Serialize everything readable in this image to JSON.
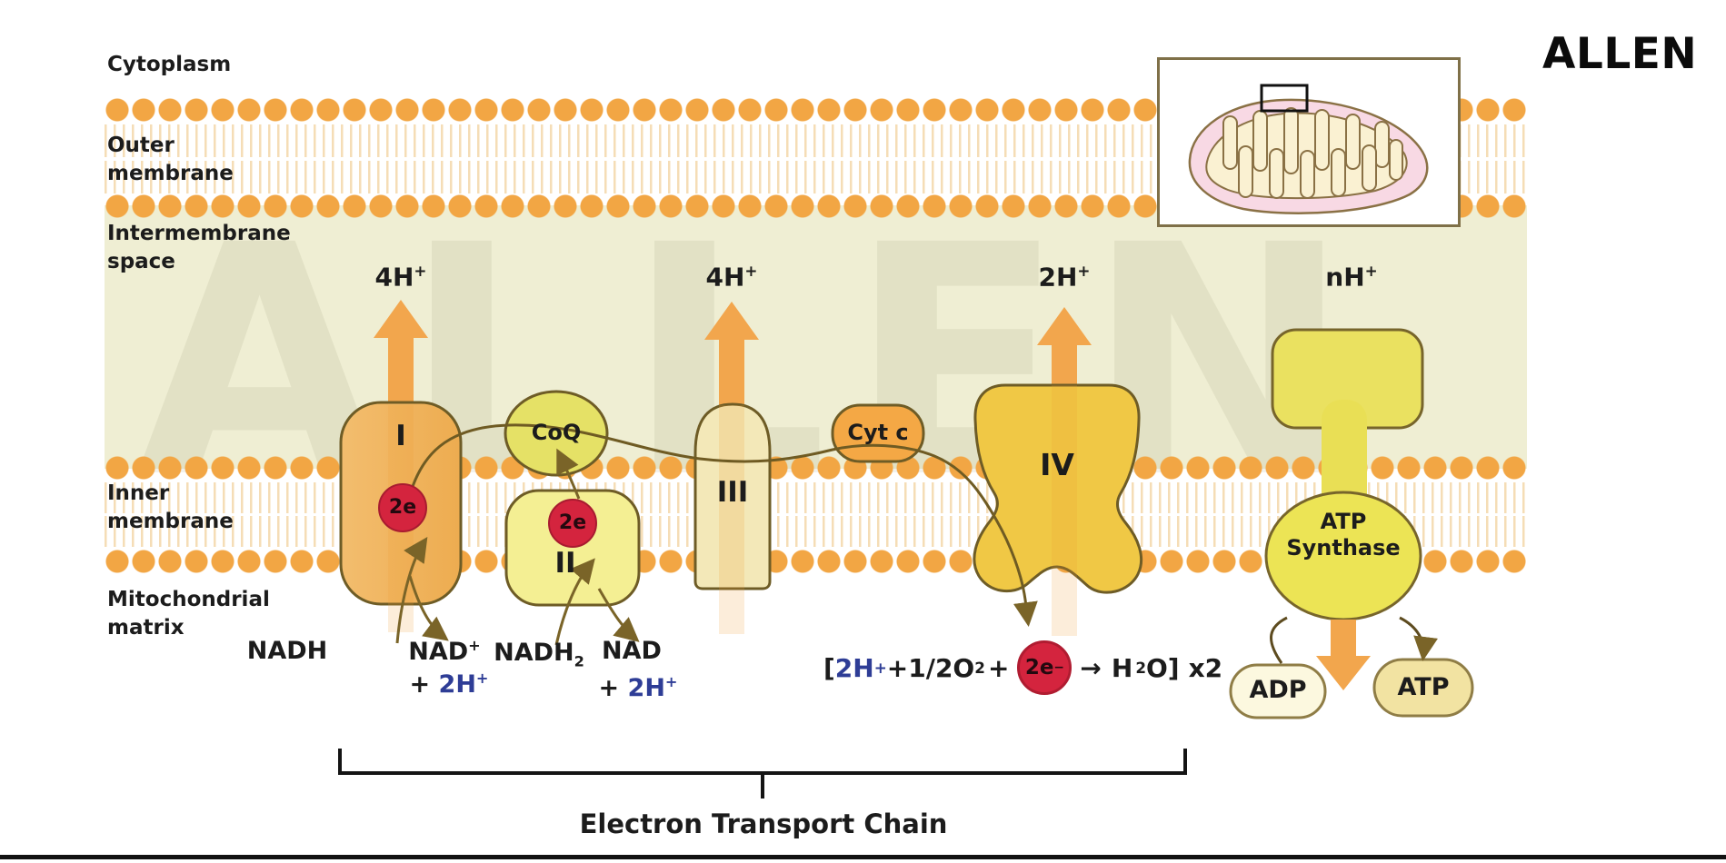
{
  "brand": {
    "logo": "ALLEN"
  },
  "watermark": "ALLEN",
  "region_labels": {
    "cytoplasm": "Cytoplasm",
    "outer_membrane": {
      "line1": "Outer",
      "line2": "membrane"
    },
    "intermembrane_space": {
      "line1": "Intermembrane",
      "line2": "space"
    },
    "inner_membrane": {
      "line1": "Inner",
      "line2": "membrane"
    },
    "mitochondrial_matrix": {
      "line1": "Mitochondrial",
      "line2": "matrix"
    }
  },
  "protons": {
    "complex1": {
      "base": "4H",
      "sup": "+"
    },
    "complex3": {
      "base": "4H",
      "sup": "+"
    },
    "complex4": {
      "base": "2H",
      "sup": "+"
    },
    "synthase": {
      "base": "nH",
      "sup": "+"
    }
  },
  "complexes": {
    "c1": "I",
    "c2": "II",
    "c3": "III",
    "c4": "IV",
    "coq": "CoQ",
    "cytc": "Cyt c",
    "electron_pair_1": "2e",
    "electron_pair_2": "2e",
    "atp_synthase": {
      "line1": "ATP",
      "line2": "Synthase"
    }
  },
  "matrix_reactions": {
    "nadh": "NADH",
    "nad_plus": {
      "base": "NAD",
      "sup": "+"
    },
    "plus1": "+ ",
    "two_h_1": {
      "base": "2H",
      "sup": "+"
    },
    "nadh2": {
      "base": "NADH",
      "sub": "2"
    },
    "nad": "NAD",
    "plus2": "+ ",
    "two_h_2": {
      "base": "2H",
      "sup": "+"
    }
  },
  "oxygen_reaction": {
    "open": "[",
    "h": {
      "base": "2H",
      "sup": "+"
    },
    "mid1": "+1/2O",
    "o_sub": "2",
    "plus": "+",
    "electron": {
      "base": "2e",
      "sup": "−"
    },
    "arrow": "→",
    "water_h": "H",
    "water_sub": "2",
    "water_end": "O]",
    "multiplier": "x2"
  },
  "energy": {
    "adp": "ADP",
    "atp": "ATP"
  },
  "caption": "Electron Transport Chain",
  "colors": {
    "membrane_head": "#f2a644",
    "membrane_tail": "#f5ddb6",
    "intermembrane_bg": "#efeed3",
    "complex1_fill": "#f1b763",
    "complex2_fill": "#f4ef93",
    "complex3_fill": "#f3e8b8",
    "complex4_fill": "#f0c845",
    "coq_fill": "#e5e166",
    "cytc_fill": "#f4a845",
    "synthase_fill": "#ece455",
    "electron_red": "#d4243e",
    "proton_arrow_orange": "#f2a64d",
    "electron_path_brown": "#6f5b23",
    "blue_text": "#2e3d96",
    "adp_fill": "#fcf8df",
    "atp_fill": "#f2e3a2"
  }
}
